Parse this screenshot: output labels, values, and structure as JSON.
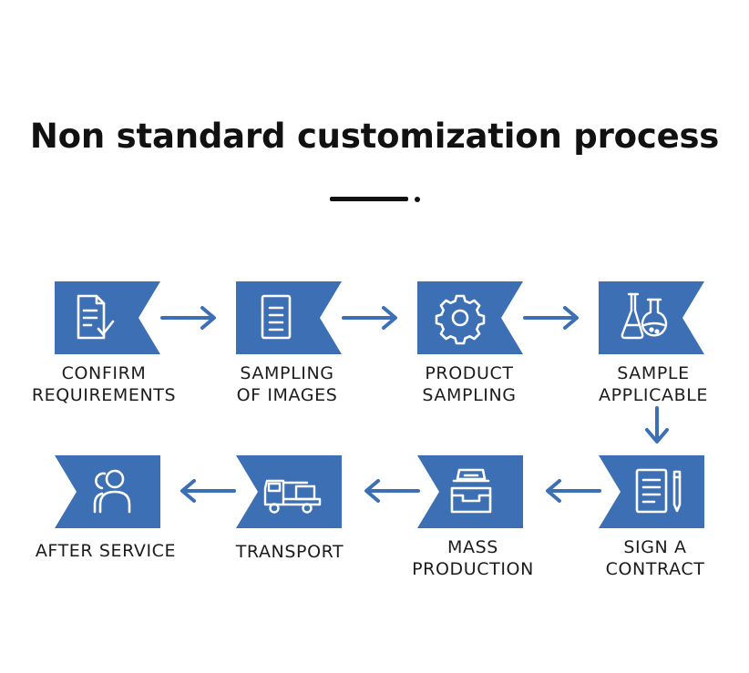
{
  "title": "Non standard customization process",
  "colors": {
    "tile": "#3d6fb4",
    "arrow": "#3d6fb4",
    "text": "#1c1c1c",
    "title": "#111111"
  },
  "steps": [
    {
      "icon": "document-check-icon",
      "lines": [
        "CONFIRM",
        "REQUIREMENTS"
      ]
    },
    {
      "icon": "image-document-icon",
      "lines": [
        "SAMPLING",
        "OF IMAGES"
      ]
    },
    {
      "icon": "gear-icon",
      "lines": [
        "PRODUCT",
        "SAMPLING"
      ]
    },
    {
      "icon": "flask-icon",
      "lines": [
        "SAMPLE",
        "APPLICABLE"
      ]
    },
    {
      "icon": "contract-pen-icon",
      "lines": [
        "SIGN A",
        "CONTRACT"
      ]
    },
    {
      "icon": "inbox-tray-icon",
      "lines": [
        "MASS",
        "PRODUCTION"
      ]
    },
    {
      "icon": "truck-icon",
      "lines": [
        "TRANSPORT"
      ]
    },
    {
      "icon": "user-group-icon",
      "lines": [
        "AFTER SERVICE"
      ]
    }
  ]
}
